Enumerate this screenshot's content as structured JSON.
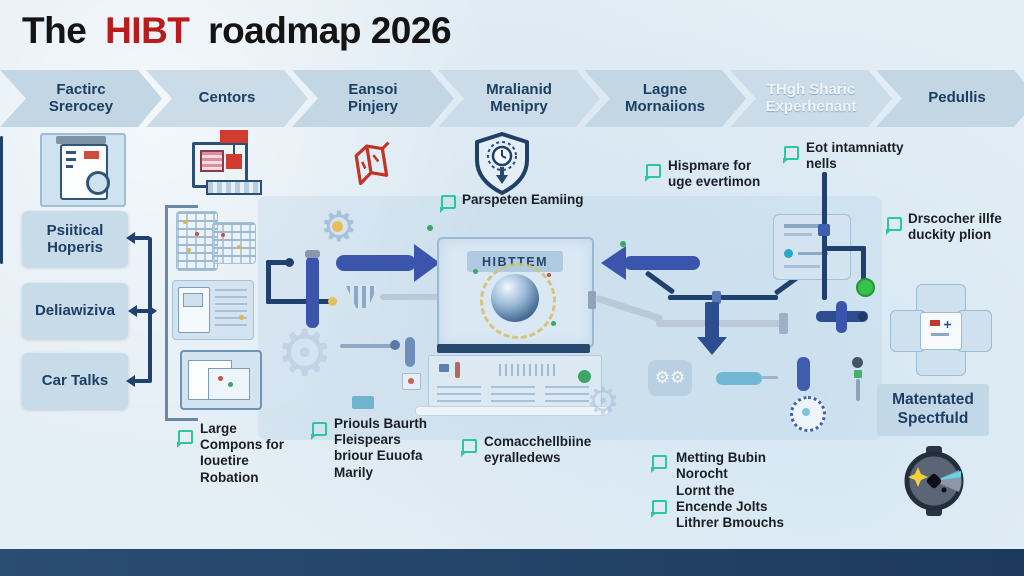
{
  "title": {
    "pre": "The",
    "highlight": "HIBT",
    "post": "roadmap 2026"
  },
  "banner": {
    "stages": [
      {
        "label": "Factirc\nSrerocey"
      },
      {
        "label": "Centors"
      },
      {
        "label": "Eansoi\nPinjery"
      },
      {
        "label": "Mralianid\nMenipry"
      },
      {
        "label": "Lagne\nMornaiions"
      },
      {
        "label": "THgh Sharic\nExperhenant"
      },
      {
        "label": "Pedullis"
      }
    ]
  },
  "sidebar": {
    "items": [
      {
        "label": "Psiitical\nHoperis"
      },
      {
        "label": "Deliawiziva"
      },
      {
        "label": "Car Talks"
      }
    ]
  },
  "center": {
    "system_label": "HIBTTEM"
  },
  "callouts": {
    "parspeten": "Parspeten Eamiing",
    "hispmare": "Hispmare for\nuge evertimon",
    "eot": "Eot intamniatty\nnells",
    "drscocher": "Drscocher illfe\nduckity plion",
    "large": "Large\nCompons for\nIouetire\nRobation",
    "priouls": "Priouls Baurth\nFleispears\nbriour Euuofa\nMarily",
    "comacchell": "Comacchellbiine\neyralledews",
    "metting": "Metting Bubin\nNorocht",
    "lornt": "Lornt the\nEncende Jolts\nLithrer Bmouchs"
  },
  "summary_box": {
    "label": "Matentated\nSpectfuld"
  },
  "colors": {
    "accent_red": "#b91c1c",
    "navy": "#1c3e63",
    "arrow_blue": "#3a55ab",
    "callout_green": "#2bc79d"
  }
}
